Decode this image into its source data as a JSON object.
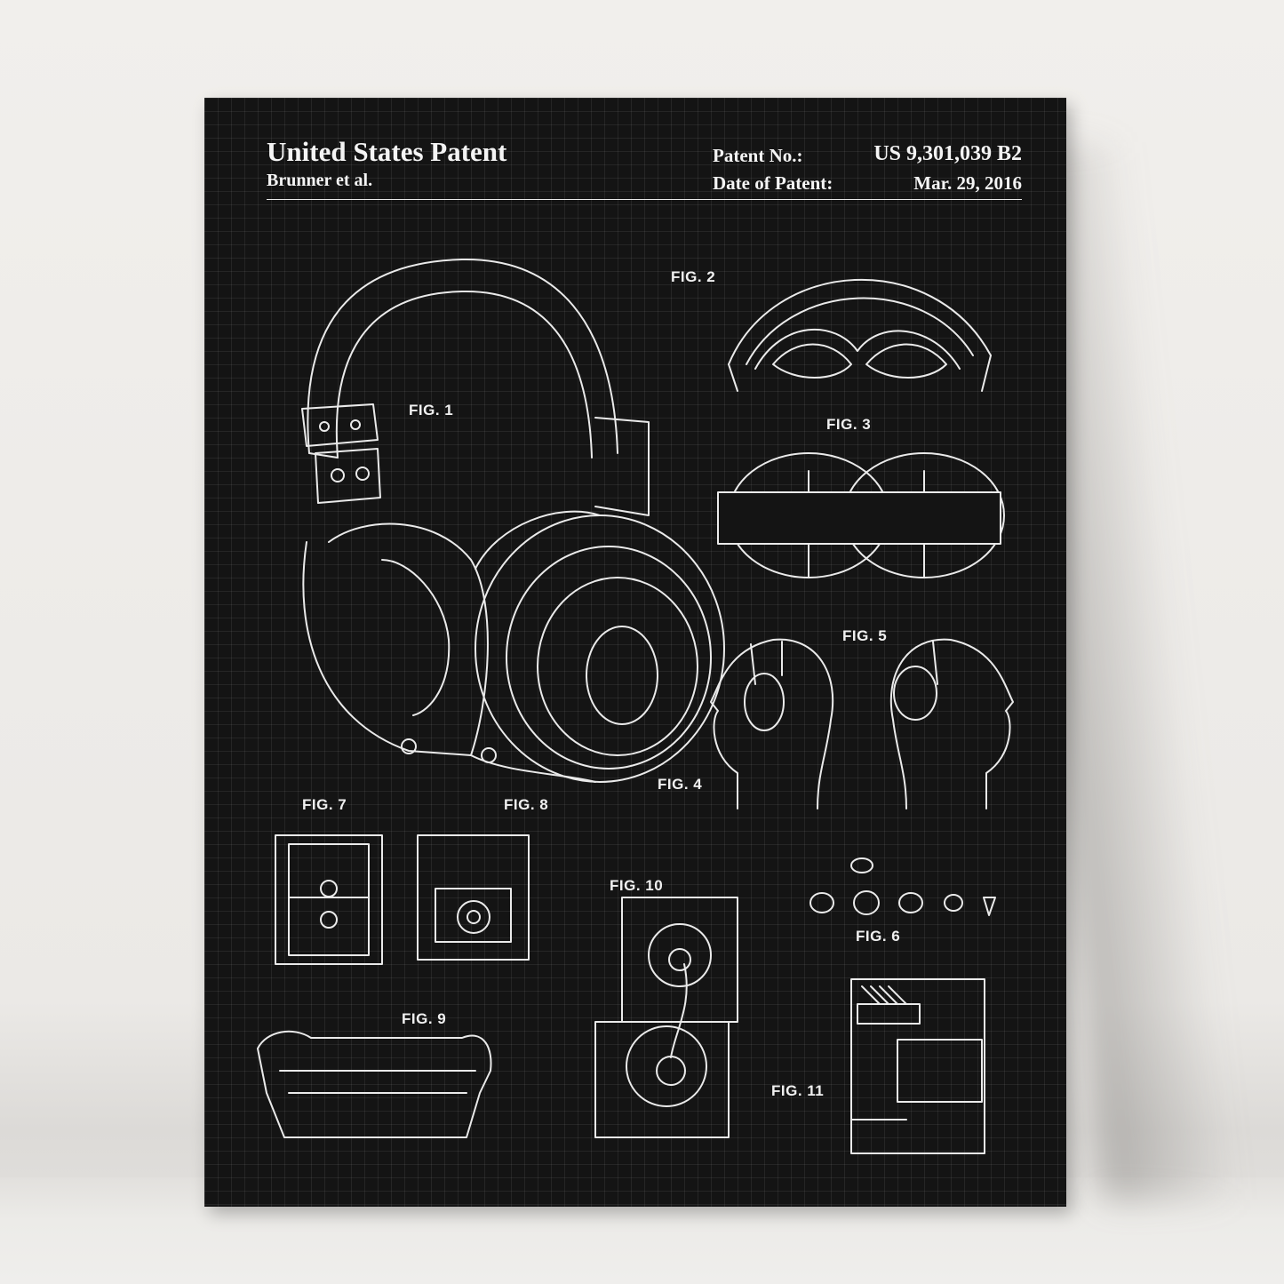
{
  "patent": {
    "title": "United States Patent",
    "inventors": "Brunner et al.",
    "number_label": "Patent No.:",
    "number": "US 9,301,039 B2",
    "date_label": "Date of Patent:",
    "date": "Mar. 29, 2016"
  },
  "figures": {
    "fig1": "FIG. 1",
    "fig2": "FIG. 2",
    "fig3": "FIG. 3",
    "fig4": "FIG. 4",
    "fig5": "FIG. 5",
    "fig6": "FIG. 6",
    "fig7": "FIG. 7",
    "fig8": "FIG. 8",
    "fig9": "FIG. 9",
    "fig10": "FIG. 10",
    "fig11": "FIG. 11"
  },
  "colors": {
    "poster_background": "#141414",
    "line_art": "#eaeaea",
    "wall": "#efeeec"
  }
}
